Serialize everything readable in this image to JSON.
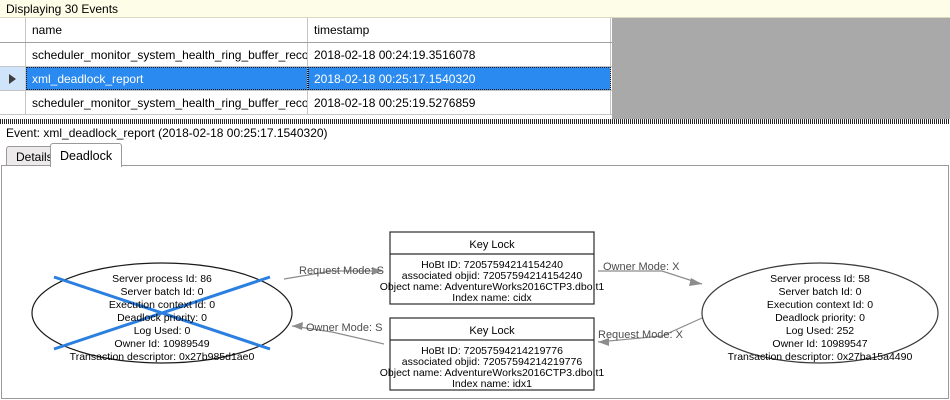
{
  "status": {
    "text": "Displaying 30 Events"
  },
  "grid": {
    "columns": [
      "",
      "name",
      "timestamp"
    ],
    "rows": [
      {
        "selected": false,
        "marker": "",
        "name": "scheduler_monitor_system_health_ring_buffer_recorded",
        "timestamp": "2018-02-18 00:24:19.3516078"
      },
      {
        "selected": true,
        "marker": "row-selector-arrow",
        "name": "xml_deadlock_report",
        "timestamp": "2018-02-18 00:25:17.1540320"
      },
      {
        "selected": false,
        "marker": "",
        "name": "scheduler_monitor_system_health_ring_buffer_recorded",
        "timestamp": "2018-02-18 00:25:19.5276859"
      }
    ]
  },
  "event_caption": {
    "text": "Event: xml_deadlock_report (2018-02-18 00:25:17.1540320)"
  },
  "tabs": [
    {
      "label": "Details",
      "active": false
    },
    {
      "label": "Deadlock",
      "active": true
    }
  ],
  "deadlock_graph": {
    "processes": [
      {
        "id": "process-left",
        "victim": true,
        "lines": [
          "Server process Id: 86",
          "Server batch Id: 0",
          "Execution context Id: 0",
          "Deadlock priority: 0",
          "Log Used: 0",
          "Owner Id: 10989549",
          "Transaction descriptor: 0x27b985d1ae0"
        ]
      },
      {
        "id": "process-right",
        "victim": false,
        "lines": [
          "Server process Id: 58",
          "Server batch Id: 0",
          "Execution context Id: 0",
          "Deadlock priority: 0",
          "Log Used: 252",
          "Owner Id: 10989547",
          "Transaction descriptor: 0x27ba15a4490"
        ]
      }
    ],
    "resources": [
      {
        "id": "resource-top",
        "title": "Key Lock",
        "lines": [
          "HoBt ID: 72057594214154240",
          "associated objid: 72057594214154240",
          "Object name: AdventureWorks2016CTP3.dbo.t1",
          "Index name: cidx"
        ]
      },
      {
        "id": "resource-bottom",
        "title": "Key Lock",
        "lines": [
          "HoBt ID: 72057594214219776",
          "associated objid: 72057594214219776",
          "Object name: AdventureWorks2016CTP3.dbo.t1",
          "Index name: idx1"
        ]
      }
    ],
    "edges": [
      {
        "id": "edge-left-request-top",
        "label": "Request Mode: S"
      },
      {
        "id": "edge-right-owner-top",
        "label": "Owner Mode: X"
      },
      {
        "id": "edge-bottom-owner-left",
        "label": "Owner Mode: S"
      },
      {
        "id": "edge-right-request-bottom",
        "label": "Request Mode: X"
      }
    ]
  },
  "colors": {
    "status_bg": "#fdfde8",
    "selection_blue": "#2a8aef",
    "selection_header_blue": "#cfe4fa",
    "grid_filler_gray": "#a9a9a9",
    "victim_marker_blue": "#2b7fe0",
    "edge_gray": "#8c8c8c"
  }
}
